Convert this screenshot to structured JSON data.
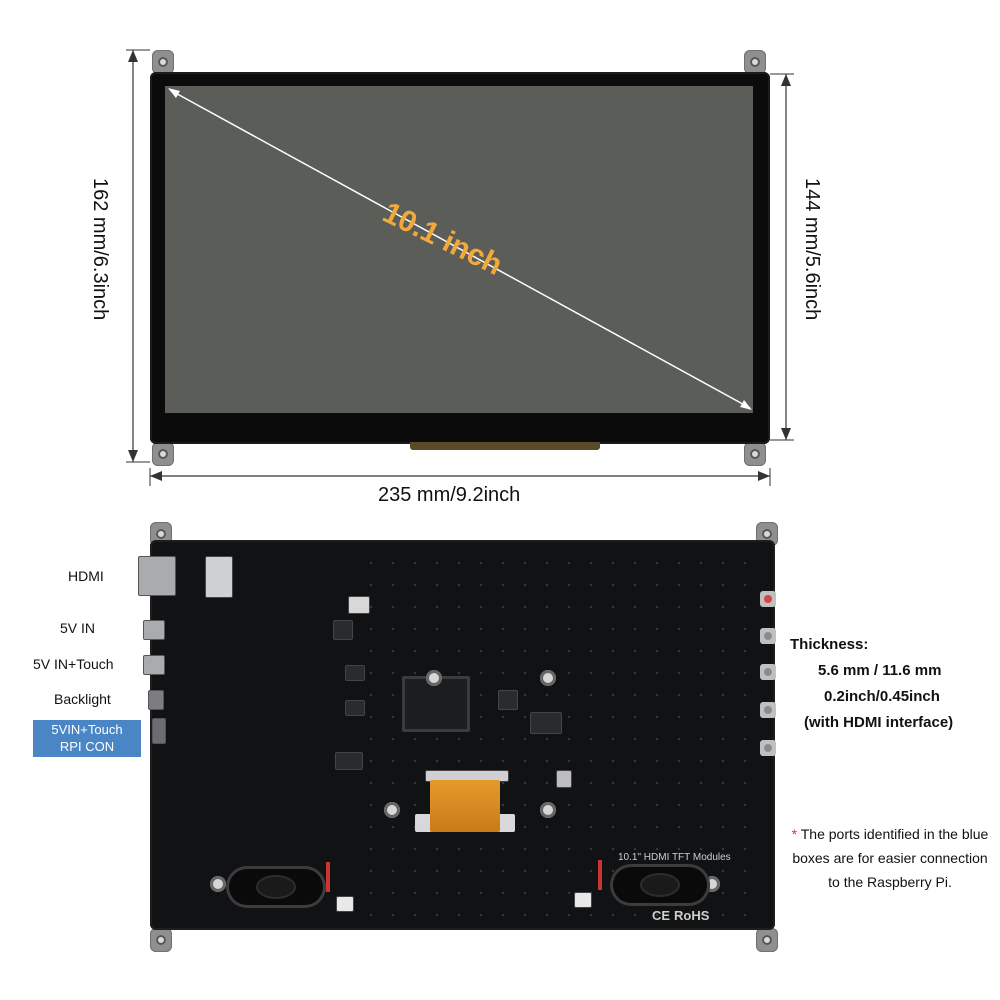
{
  "front": {
    "diagonal_label": "10.1 inch",
    "height_label": "162 mm/6.3inch",
    "active_height_label": "144 mm/5.6inch",
    "width_label": "235 mm/9.2inch"
  },
  "back": {
    "ports": {
      "hdmi": "HDMI",
      "five_v_in": "5V IN",
      "five_v_touch": "5V IN+Touch",
      "backlight": "Backlight",
      "rpi_con_line1": "5VIN+Touch",
      "rpi_con_line2": "RPI CON"
    },
    "pcb_text": {
      "module_name": "10.1\" HDMI TFT Modules",
      "rohs": "RoHS",
      "ce": "CE"
    },
    "thickness": {
      "title": "Thickness:",
      "mm": "5.6 mm / 11.6 mm",
      "inch": "0.2inch/0.45inch",
      "note": "(with HDMI interface)"
    },
    "footnote": {
      "star": "*",
      "text": "The ports identified in the blue boxes are for easier connection to the Raspberry Pi."
    }
  },
  "colors": {
    "diagonal_text": "#f2a93b",
    "blue_box": "#4a86c5",
    "footnote_star": "#dd3333"
  }
}
